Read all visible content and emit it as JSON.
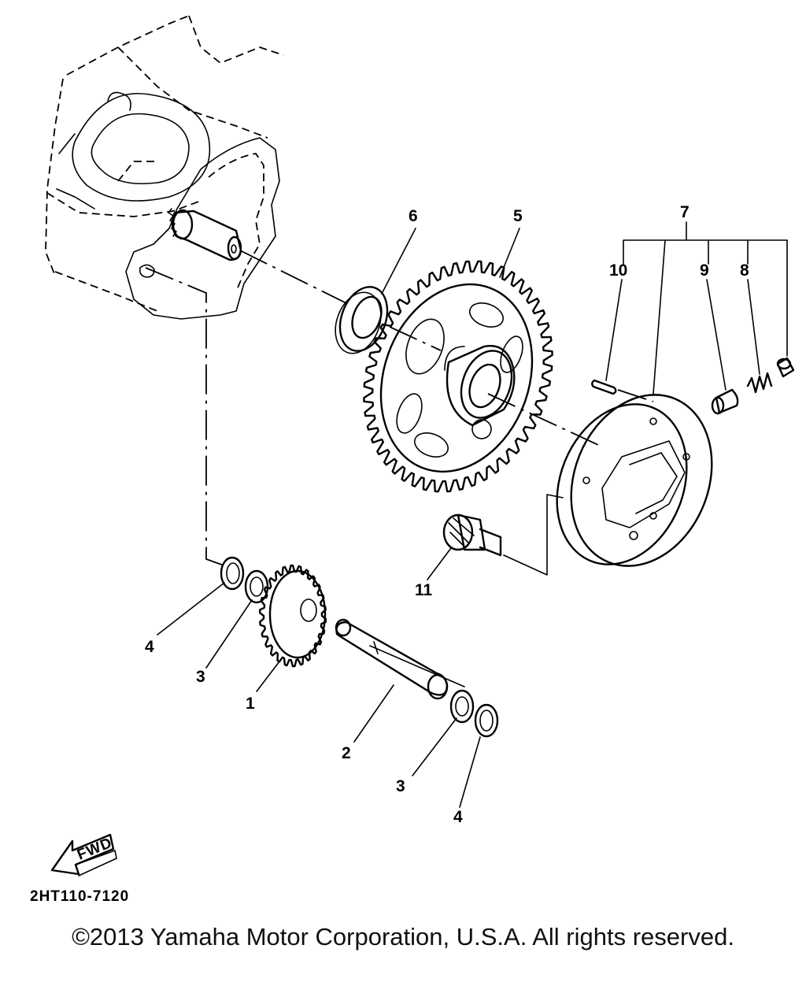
{
  "diagram": {
    "callouts": {
      "c1": "1",
      "c2": "2",
      "c3a": "3",
      "c3b": "3",
      "c4a": "4",
      "c4b": "4",
      "c5": "5",
      "c6": "6",
      "c7": "7",
      "c8": "8",
      "c9": "9",
      "c10": "10",
      "c11": "11"
    },
    "fwd_label": "FWD",
    "drawing_code": "2HT110-7120"
  },
  "footer": {
    "copyright": "©2013 Yamaha Motor Corporation, U.S.A. All rights reserved."
  }
}
